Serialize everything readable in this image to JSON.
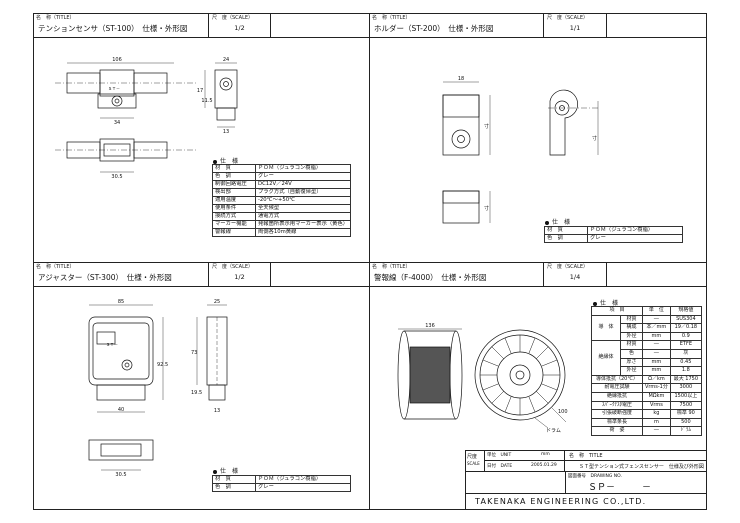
{
  "panels": [
    {
      "name_label": "名　称（TITLE）",
      "title": "テンションセンサ（ST-100）　仕様・外形図",
      "scale_label": "尺　度（SCALE）",
      "scale": "1/2"
    },
    {
      "name_label": "名　称（TITLE）",
      "title": "ホルダー（ST-200）　仕様・外形図",
      "scale_label": "尺　度（SCALE）",
      "scale": "1/1"
    },
    {
      "name_label": "名　称（TITLE）",
      "title": "アジャスター（ST-300）　仕様・外形図",
      "scale_label": "尺　度（SCALE）",
      "scale": "1/2"
    },
    {
      "name_label": "名　称（TITLE）",
      "title": "警報線（F-4000）　仕様・外形図",
      "scale_label": "尺　度（SCALE）",
      "scale": "1/4"
    }
  ],
  "spec_heading": "仕　様",
  "st100_spec": [
    {
      "k": "材　質",
      "v": "ＰＯＭ（ジュラコン樹脂）"
    },
    {
      "k": "色　調",
      "v": "グレー"
    },
    {
      "k": "制御回路電圧",
      "v": "DC12V／24V"
    },
    {
      "k": "検出部",
      "v": "プラグ方式（自動復帰型）"
    },
    {
      "k": "適用温度",
      "v": "-20℃～+50℃"
    },
    {
      "k": "使用条件",
      "v": "全天候型"
    },
    {
      "k": "接続方式",
      "v": "通電方式"
    },
    {
      "k": "マーカー機能",
      "v": "発報箇所表示用マーカー表示（黄色）"
    },
    {
      "k": "警報線",
      "v": "両側各10m黄線"
    }
  ],
  "st200_spec": [
    {
      "k": "材　質",
      "v": "ＰＯＭ（ジュラコン樹脂）"
    },
    {
      "k": "色　調",
      "v": "グレー"
    }
  ],
  "st300_spec": [
    {
      "k": "材　質",
      "v": "ＰＯＭ（ジュラコン樹脂）"
    },
    {
      "k": "色　調",
      "v": "グレー"
    }
  ],
  "wire_spec": {
    "header": [
      "項　目",
      "単　位",
      "規格値"
    ],
    "rows": [
      [
        "導　体",
        "材質",
        "―",
        "SUS304"
      ],
      [
        "",
        "構成",
        "本／mm",
        "19／0.18"
      ],
      [
        "",
        "外径",
        "mm",
        "0.9"
      ],
      [
        "絶縁体",
        "材質",
        "―",
        "ETFE"
      ],
      [
        "",
        "色",
        "―",
        "灰"
      ],
      [
        "",
        "厚さ",
        "mm",
        "0.45"
      ],
      [
        "",
        "外径",
        "mm",
        "1.8"
      ]
    ],
    "rows2": [
      [
        "導体抵抗（20℃）",
        "Ω／km",
        "最大 1750"
      ],
      [
        "耐電圧試験",
        "Vrms-1分",
        "3000"
      ],
      [
        "絶縁抵抗",
        "MΩkm",
        "1500以上"
      ],
      [
        "ｽﾊﾟｰｸﾃｽﾀ電圧",
        "Vrms",
        "7500"
      ],
      [
        "引張破断強度",
        "kg",
        "標準 90"
      ],
      [
        "標準条長",
        "m",
        "500"
      ],
      [
        "荷　姿",
        "―",
        "ﾄﾞﾗﾑ"
      ]
    ]
  },
  "dims": {
    "st100_w": "106",
    "st100_h": "24",
    "st100_a": "34",
    "st100_b": "30.5",
    "st100_c": "17",
    "st100_d": "13",
    "st100_e": "11.5",
    "st200_w": "18",
    "st200_h": "寸",
    "st200_c": "寸",
    "st200_d": "寸",
    "st300_w": "85",
    "st300_h": "25",
    "st300_a": "73",
    "st300_b": "92.5",
    "st300_c": "40",
    "st300_d": "19.5",
    "st300_e": "13",
    "st300_f": "30.5",
    "wire_w": "136",
    "wire_d": "100",
    "drum": "ドラム"
  },
  "marks": {
    "st": "ＳＴ－"
  },
  "title_block": {
    "name_label": "名　称　TITLE",
    "name": "ＳＴ型テンション式フェンスセンサー　仕様及び外形図",
    "drawing_label": "図面番号　DRAWING NO.",
    "drawing_no": "ＳＰ－　　　－",
    "scale_label": "尺度",
    "scale_label2": "SCALE",
    "unit_label": "単位　UNIT",
    "unit": "mm",
    "date_label": "日付　DATE",
    "date": "2005.01.29",
    "company": "TAKENAKA ENGINEERING CO.,LTD."
  }
}
